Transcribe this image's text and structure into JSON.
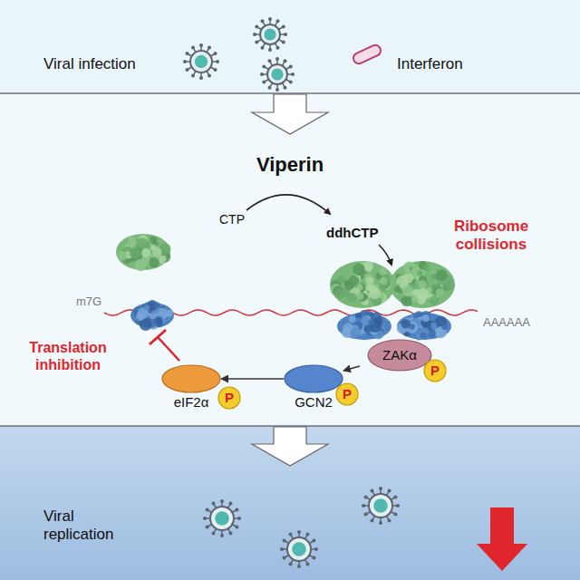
{
  "diagram": {
    "nodes": [
      {
        "text": [
          "ZAKα"
        ]
      },
      {
        "text": [
          "P"
        ]
      },
      {
        "text": [
          "GCN2"
        ]
      },
      {
        "text": [
          "P"
        ]
      },
      {
        "text": [
          "eIF2α"
        ]
      },
      {
        "text": [
          "P"
        ]
      }
    ],
    "edges": [
      {
        "from": 0,
        "to": 2,
        "arrow": "to"
      },
      {
        "from": 2,
        "to": 4,
        "arrow": "to"
      }
    ],
    "labels": [
      "Viral infection",
      "Interferon",
      "Viperin",
      "CTP",
      "ddhCTP",
      "Ribosome collisions",
      "m7G",
      "AAAAAA",
      "Translation inhibition",
      "Viral replication"
    ]
  }
}
